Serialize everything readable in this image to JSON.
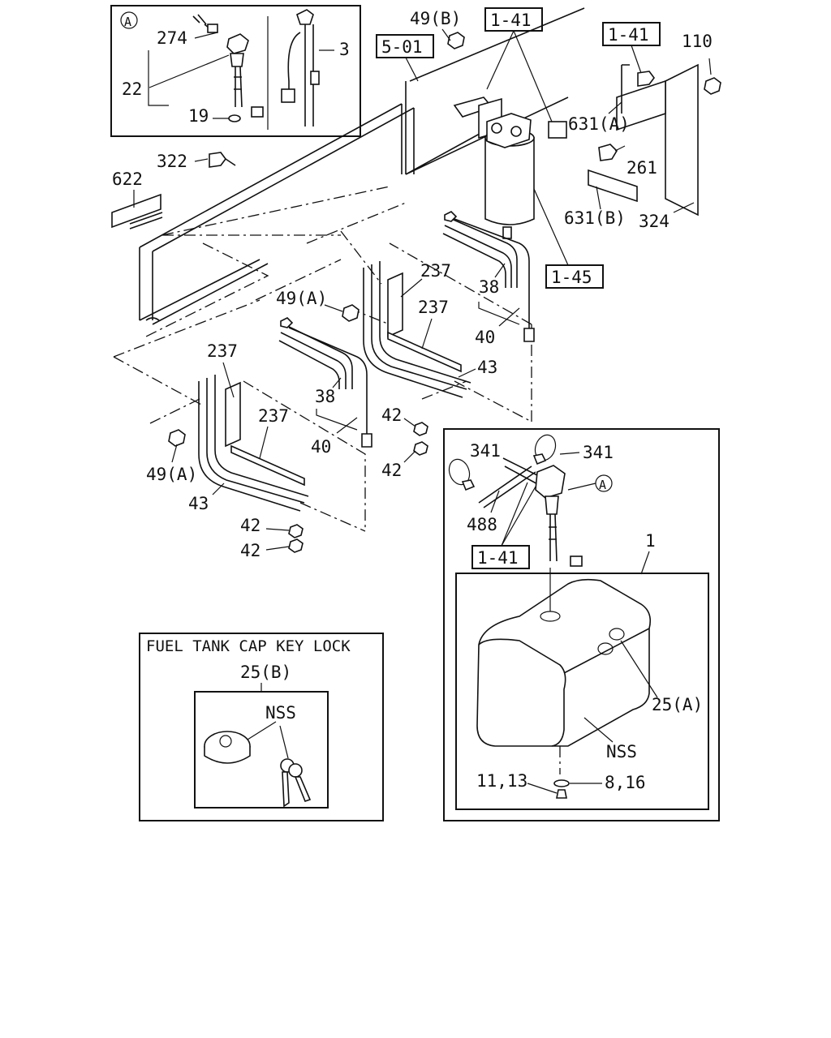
{
  "inset_a": {
    "marker": "A",
    "labels": [
      "274",
      "22",
      "19",
      "3"
    ]
  },
  "main_labels": {
    "l_49b": "49(B)",
    "l_110": "110",
    "l_631a": "631(A)",
    "l_261": "261",
    "l_631b": "631(B)",
    "l_324": "324",
    "l_322": "322",
    "l_622": "622",
    "l_49a_top": "49(A)",
    "l_237_a": "237",
    "l_237_b": "237",
    "l_38_right": "38",
    "l_40_right": "40",
    "l_43_right": "43",
    "l_237_c": "237",
    "l_237_d": "237",
    "l_38_left": "38",
    "l_40_left": "40",
    "l_42_a": "42",
    "l_42_b": "42",
    "l_49a_bottom": "49(A)",
    "l_43_left": "43",
    "l_42_c": "42",
    "l_42_d": "42"
  },
  "boxed_refs": {
    "ref_141_top": "1-41",
    "ref_501": "5-01",
    "ref_141_right": "1-41",
    "ref_145": "1-45"
  },
  "tank_panel": {
    "labels": {
      "l_341_left": "341",
      "l_341_right": "341",
      "l_488": "488",
      "ref_141": "1-41",
      "marker": "A",
      "l_1": "1",
      "l_25a": "25(A)",
      "l_nss": "NSS",
      "l_1113": "11,13",
      "l_816": "8,16"
    }
  },
  "key_lock": {
    "title": "FUEL TANK CAP KEY LOCK",
    "part": "25(B)",
    "nss": "NSS"
  }
}
